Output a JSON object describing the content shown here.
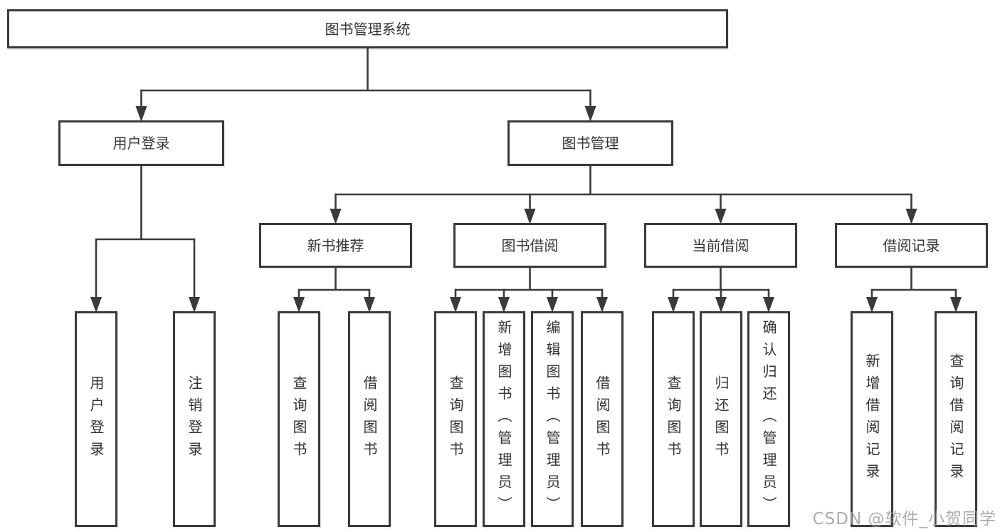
{
  "diagram": {
    "title": "图书管理系统",
    "watermark": "CSDN @软件_小贺同学",
    "colors": {
      "line": "#3a3a3a",
      "border": "#3a3a3a",
      "text": "#333333",
      "background": "#ffffff",
      "watermark": "#9e9e9e"
    },
    "nodes": [
      {
        "id": "root",
        "label": "图书管理系统",
        "parent": null,
        "orientation": "horizontal"
      },
      {
        "id": "user-login",
        "label": "用户登录",
        "parent": "root",
        "orientation": "horizontal"
      },
      {
        "id": "book-mgmt",
        "label": "图书管理",
        "parent": "root",
        "orientation": "horizontal"
      },
      {
        "id": "new-book-rec",
        "label": "新书推荐",
        "parent": "book-mgmt",
        "orientation": "horizontal"
      },
      {
        "id": "book-borrow",
        "label": "图书借阅",
        "parent": "book-mgmt",
        "orientation": "horizontal"
      },
      {
        "id": "current-borrow",
        "label": "当前借阅",
        "parent": "book-mgmt",
        "orientation": "horizontal"
      },
      {
        "id": "borrow-records",
        "label": "借阅记录",
        "parent": "book-mgmt",
        "orientation": "horizontal"
      },
      {
        "id": "leaf-user-login",
        "label": "用户登录",
        "parent": "user-login",
        "orientation": "vertical"
      },
      {
        "id": "leaf-logout",
        "label": "注销登录",
        "parent": "user-login",
        "orientation": "vertical"
      },
      {
        "id": "leaf-query-book-1",
        "label": "查询图书",
        "parent": "new-book-rec",
        "orientation": "vertical"
      },
      {
        "id": "leaf-borrow-book-1",
        "label": "借阅图书",
        "parent": "new-book-rec",
        "orientation": "vertical"
      },
      {
        "id": "leaf-query-book-2",
        "label": "查询图书",
        "parent": "book-borrow",
        "orientation": "vertical"
      },
      {
        "id": "leaf-add-book",
        "label": "新增图书（管理员）",
        "parent": "book-borrow",
        "orientation": "vertical"
      },
      {
        "id": "leaf-edit-book",
        "label": "编辑图书（管理员）",
        "parent": "book-borrow",
        "orientation": "vertical"
      },
      {
        "id": "leaf-borrow-book-2",
        "label": "借阅图书",
        "parent": "book-borrow",
        "orientation": "vertical"
      },
      {
        "id": "leaf-query-book-3",
        "label": "查询图书",
        "parent": "current-borrow",
        "orientation": "vertical"
      },
      {
        "id": "leaf-return-book",
        "label": "归还图书",
        "parent": "current-borrow",
        "orientation": "vertical"
      },
      {
        "id": "leaf-confirm-return",
        "label": "确认归还（管理员）",
        "parent": "current-borrow",
        "orientation": "vertical"
      },
      {
        "id": "leaf-add-record",
        "label": "新增借阅记录",
        "parent": "borrow-records",
        "orientation": "vertical"
      },
      {
        "id": "leaf-query-record",
        "label": "查询借阅记录",
        "parent": "borrow-records",
        "orientation": "vertical"
      }
    ]
  }
}
